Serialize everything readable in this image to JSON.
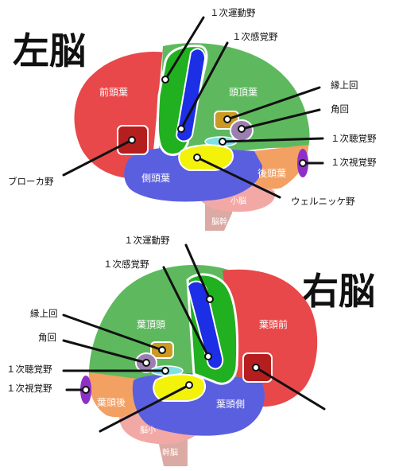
{
  "colors": {
    "frontal": "#e8484a",
    "parietal": "#5eb95e",
    "temporal": "#5a5fe0",
    "occipital": "#f3a063",
    "motor": "#20b020",
    "sensory": "#1c2ee6",
    "angular": "#cc9a22",
    "supramarginal_ring": "#9a7fb0",
    "wernicke": "#f2f20a",
    "auditory": "#7fe0e6",
    "broca": "#b51e1e",
    "visual": "#8e2fc8",
    "cerebellum": "#f2a9a6",
    "brainstem": "#dcaaa4"
  },
  "left_brain": {
    "title": "左脳",
    "labels": {
      "primary_motor": "１次運動野",
      "primary_sensory": "１次感覚野",
      "supramarginal": "縁上回",
      "angular": "角回",
      "primary_auditory": "１次聴覚野",
      "primary_visual": "１次視覚野",
      "wernicke": "ウェルニッケ野",
      "broca": "ブローカ野"
    },
    "lobes": {
      "frontal": "前頭葉",
      "parietal": "頭頂葉",
      "temporal": "側頭葉",
      "occipital": "後頭葉",
      "cerebellum": "小脳",
      "brainstem": "脳幹"
    }
  },
  "right_brain": {
    "title": "右脳",
    "labels": {
      "primary_motor": "１次運動野",
      "primary_sensory": "１次感覚野",
      "supramarginal": "縁上回",
      "angular": "角回",
      "primary_auditory": "１次聴覚野",
      "primary_visual": "１次視覚野"
    },
    "lobes_mirrored": {
      "parietal": "葉頂頭",
      "frontal": "葉頭前",
      "occipital": "葉頭後",
      "temporal": "葉頭側",
      "cerebellum": "脳小",
      "brainstem": "幹脳"
    }
  }
}
